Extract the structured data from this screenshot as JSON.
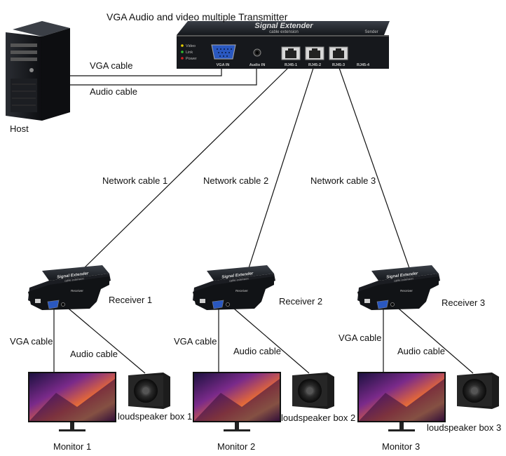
{
  "title": "VGA Audio and video multiple Transmitter",
  "host": {
    "label": "Host"
  },
  "transmitter": {
    "brand": "Signal Extender",
    "sub": "cable extension",
    "tag": "Sender",
    "leds": [
      "Video",
      "Link",
      "Power"
    ],
    "port_vga": "VGA IN",
    "port_audio": "Audio IN",
    "rj45_ports": [
      "RJ45-1",
      "RJ45-2",
      "RJ45-3",
      "RJ45-4"
    ]
  },
  "host_cables": {
    "vga": "VGA cable",
    "audio": "Audio cable"
  },
  "network_cables": [
    "Network cable 1",
    "Network cable 2",
    "Network cable 3"
  ],
  "receivers": [
    {
      "label": "Receiver 1",
      "vga_cable": "VGA cable",
      "audio_cable": "Audio cable",
      "speaker": "loudspeaker box 1",
      "monitor": "Monitor 1"
    },
    {
      "label": "Receiver 2",
      "vga_cable": "VGA cable",
      "audio_cable": "Audio cable",
      "speaker": "loudspeaker box 2",
      "monitor": "Monitor 2"
    },
    {
      "label": "Receiver 3",
      "vga_cable": "VGA cable",
      "audio_cable": "Audio cable",
      "speaker": "loudspeaker box 3",
      "monitor": "Monitor 3"
    }
  ],
  "receiver_device": {
    "brand": "Signal Extender",
    "sub": "cable extension",
    "tag": "Receiver"
  }
}
